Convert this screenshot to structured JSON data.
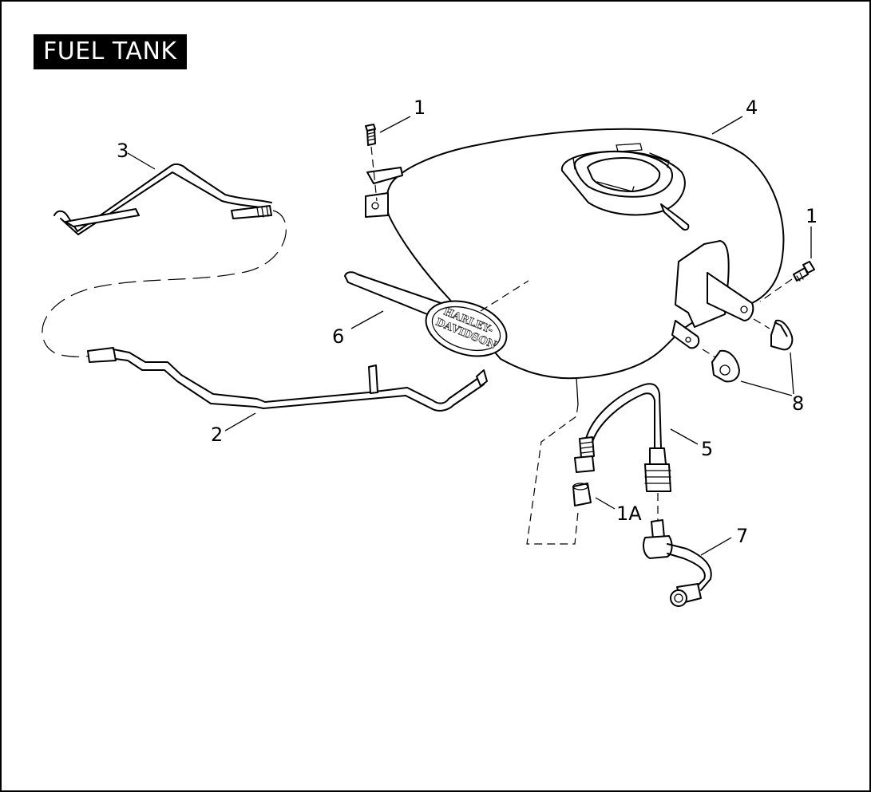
{
  "title": "FUEL TANK",
  "logo": {
    "line1": "HARLEY-",
    "line2": "DAVIDSON"
  },
  "callouts": {
    "c1_top": "1",
    "c1_right": "1",
    "c1a": "1A",
    "c2": "2",
    "c3": "3",
    "c4": "4",
    "c5": "5",
    "c6": "6",
    "c7": "7",
    "c8": "8"
  }
}
